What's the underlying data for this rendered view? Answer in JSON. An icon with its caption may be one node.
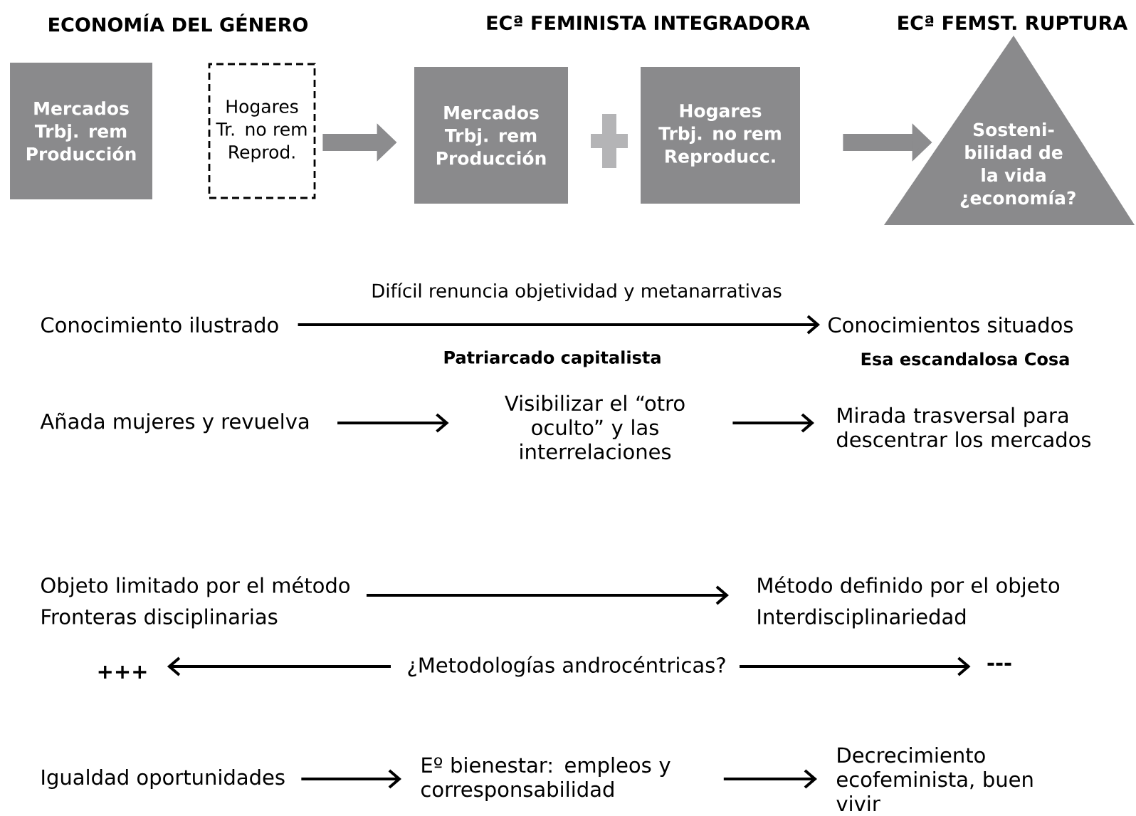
{
  "diagram": {
    "nodes": [
      {
        "text": [
          "Mercados Trbj. rem Producción"
        ]
      },
      {
        "text": [
          "Hogares Tr. no rem Reprod."
        ]
      },
      {
        "text": [
          "Mercados Trbj. rem Producción"
        ]
      },
      {
        "text": [
          "Hogares Trbj. no rem Reproducc."
        ]
      },
      {
        "text": [
          "Sosteni- bilidad de la vida ¿economía?"
        ]
      },
      {
        "text": [
          "Conocimiento ilustrado"
        ]
      },
      {
        "text": [
          "Conocimientos situados"
        ]
      },
      {
        "text": [
          "Añada mujeres y revuelva"
        ]
      },
      {
        "text": [
          "Visibilizar el “otro oculto” y las interrelaciones"
        ]
      },
      {
        "text": [
          "Mirada trasversal para descentrar los mercados"
        ]
      },
      {
        "text": [
          "Objeto limitado por el método",
          "Fronteras disciplinarias"
        ]
      },
      {
        "text": [
          "Método definido por el objeto",
          "Interdisciplinariedad"
        ]
      },
      {
        "text": [
          "¿Metodologías androcéntricas?"
        ]
      },
      {
        "text": [
          "+++"
        ]
      },
      {
        "text": [
          "---"
        ]
      },
      {
        "text": [
          "Igualdad oportunidades"
        ]
      },
      {
        "text": [
          "Eº bienestar: empleos y corresponsabilidad"
        ]
      },
      {
        "text": [
          "Decrecimiento ecofeminista, buen vivir"
        ]
      }
    ],
    "edges": [
      {
        "from": 1,
        "to": 2,
        "arrow": "to",
        "style": "thick",
        "color": "#8c8c8e"
      },
      {
        "from": 3,
        "to": 4,
        "arrow": "to",
        "style": "thick",
        "color": "#8c8c8e"
      },
      {
        "from": 5,
        "to": 6,
        "arrow": "to",
        "label": "Difícil renuncia objetividad y metanarrativas"
      },
      {
        "from": 7,
        "to": 8,
        "arrow": "to"
      },
      {
        "from": 8,
        "to": 9,
        "arrow": "to"
      },
      {
        "from": 10,
        "to": 11,
        "arrow": "to"
      },
      {
        "from": 12,
        "to": 13,
        "arrow": "to"
      },
      {
        "from": 12,
        "to": 14,
        "arrow": "to"
      },
      {
        "from": 15,
        "to": 16,
        "arrow": "to"
      },
      {
        "from": 16,
        "to": 17,
        "arrow": "to"
      }
    ],
    "labels": [
      "ECONOMÍA DEL GÉNERO",
      "ECª FEMINISTA INTEGRADORA",
      "ECª FEMST. RUPTURA",
      "Patriarcado capitalista",
      "Esa escandalosa Cosa"
    ]
  }
}
